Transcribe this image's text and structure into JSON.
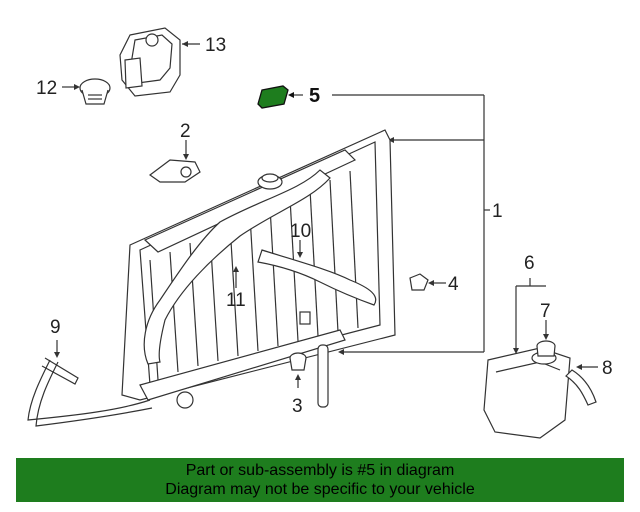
{
  "callouts": {
    "c1": "1",
    "c2": "2",
    "c3": "3",
    "c4": "4",
    "c5": "5",
    "c6": "6",
    "c7": "7",
    "c8": "8",
    "c9": "9",
    "c10": "10",
    "c11": "11",
    "c12": "12",
    "c13": "13"
  },
  "highlight_color": "#1e7d1e",
  "banner": {
    "line1": "Part or sub-assembly is #5 in diagram",
    "line2": "Diagram may not be specific to your vehicle"
  }
}
